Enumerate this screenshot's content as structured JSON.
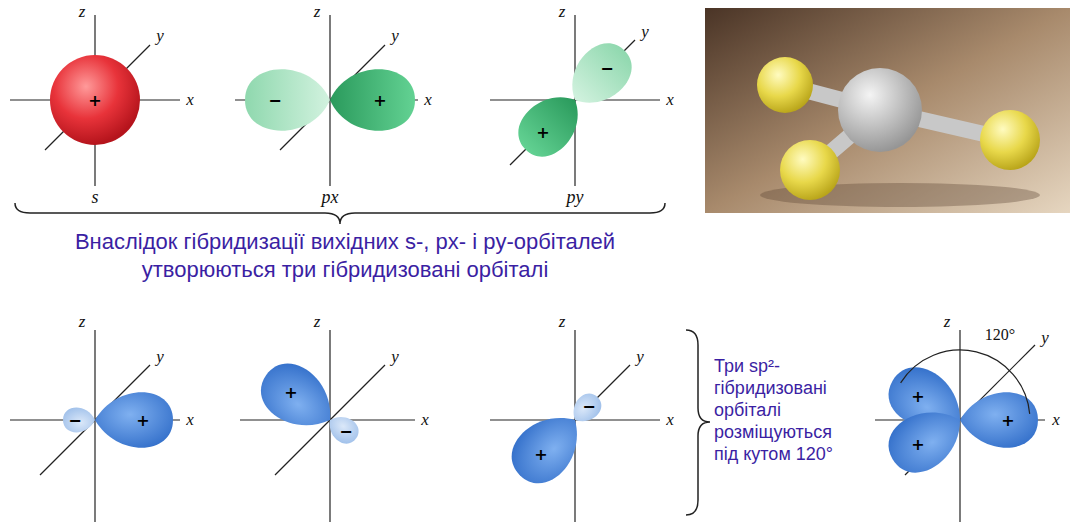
{
  "diagram": {
    "labels": [
      "z",
      "y",
      "x",
      "+",
      "s",
      "z",
      "y",
      "−",
      "+",
      "x",
      "px",
      "z",
      "y",
      "−",
      "x",
      "+",
      "py",
      "Внаслідок гібридизації вихідних s-, px- і py-орбіталей утворюються три гібридизовані орбіталі",
      "z",
      "y",
      "−",
      "+",
      "x",
      "z",
      "y",
      "+",
      "−",
      "x",
      "z",
      "y",
      "−",
      "x",
      "+",
      "Три sp²-гібридизовані орбіталі розміщуються під кутом 120°",
      "120°",
      "z",
      "y",
      "+",
      "+",
      "x",
      "+"
    ]
  }
}
